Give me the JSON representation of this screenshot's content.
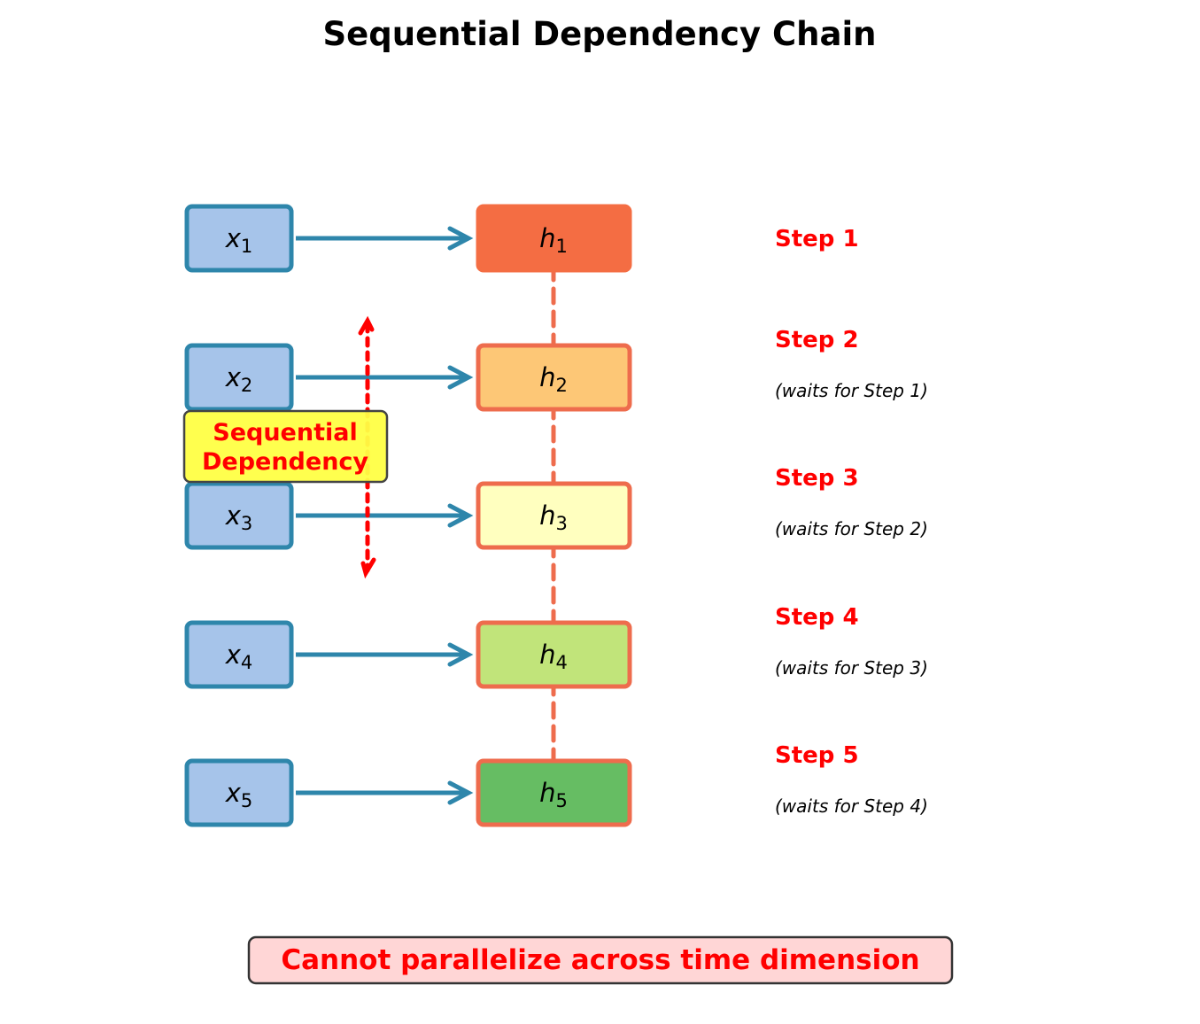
{
  "title": "Sequential Dependency Chain",
  "rows": [
    {
      "input": "x",
      "input_sub": "1",
      "hidden": "h",
      "hidden_sub": "1",
      "step": "Step 1",
      "note": "",
      "hidden_fill": "#f46d43"
    },
    {
      "input": "x",
      "input_sub": "2",
      "hidden": "h",
      "hidden_sub": "2",
      "step": "Step 2",
      "note": "(waits for Step 1)",
      "hidden_fill": "#fdc776"
    },
    {
      "input": "x",
      "input_sub": "3",
      "hidden": "h",
      "hidden_sub": "3",
      "step": "Step 3",
      "note": "(waits for Step 2)",
      "hidden_fill": "#ffffbf"
    },
    {
      "input": "x",
      "input_sub": "4",
      "hidden": "h",
      "hidden_sub": "4",
      "step": "Step 4",
      "note": "(waits for Step 3)",
      "hidden_fill": "#c1e47a"
    },
    {
      "input": "x",
      "input_sub": "5",
      "hidden": "h",
      "hidden_sub": "5",
      "step": "Step 5",
      "note": "(waits for Step 4)",
      "hidden_fill": "#66bd63"
    }
  ],
  "dependency_label": {
    "line1": "Sequential",
    "line2": "Dependency"
  },
  "footer": "Cannot parallelize across time dimension",
  "colors": {
    "input_fill": "#a6c4ea",
    "input_edge": "#2e86ab",
    "hidden_edge": "#ee6c4d",
    "step_text": "#ff0000",
    "label_fill": "#ffff44",
    "footer_fill": "#ffd6d6"
  }
}
